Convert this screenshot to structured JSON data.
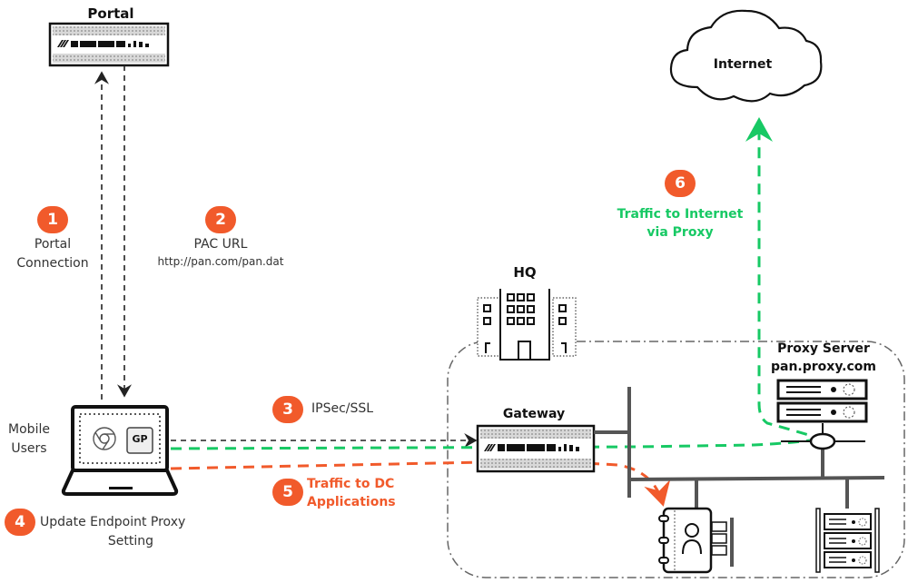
{
  "title": "GlobalProtect proxy traffic flow",
  "nodes": {
    "portal": "Portal",
    "internet": "Internet",
    "hq": "HQ",
    "gateway": "Gateway",
    "proxy_title": "Proxy Server",
    "proxy_host": "pan.proxy.com",
    "mobile_users_line1": "Mobile",
    "mobile_users_line2": "Users",
    "gp_app": "GP"
  },
  "steps": [
    {
      "num": "1",
      "line1": "Portal",
      "line2": "Connection"
    },
    {
      "num": "2",
      "line1": "PAC URL",
      "line2": "http://pan.com/pan.dat"
    },
    {
      "num": "3",
      "line1": "IPSec/SSL"
    },
    {
      "num": "4",
      "line1": "Update Endpoint Proxy",
      "line2": "Setting"
    },
    {
      "num": "5",
      "line1": "Traffic to DC",
      "line2": "Applications"
    },
    {
      "num": "6",
      "line1": "Traffic to Internet",
      "line2": "via Proxy"
    }
  ],
  "colors": {
    "badge": "#f15a2b",
    "dc_traffic": "#f15a2b",
    "internet_traffic": "#17c964",
    "control": "#222222",
    "network": "#555555"
  }
}
